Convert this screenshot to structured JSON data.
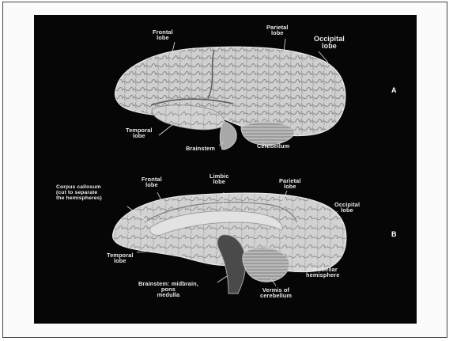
{
  "figure": {
    "panels": [
      {
        "letter": "A",
        "labels": {
          "frontal": "Frontal\nlobe",
          "parietal": "Parietal\nlobe",
          "occipital": "Occipital\nlobe",
          "temporal": "Temporal\nlobe",
          "brainstem": "Brainstem",
          "cerebellum": "Cerebellum"
        }
      },
      {
        "letter": "B",
        "labels": {
          "corpus_callosum": "Corpus callosum\n(cut to separate\nthe hemispheres)",
          "frontal": "Frontal\nlobe",
          "limbic": "Limbic\nlobe",
          "parietal": "Parietal\nlobe",
          "occipital": "Occipital\nlobe",
          "temporal": "Temporal\nlobe",
          "cerebellar_hemisphere": "Cerebellar\nhemisphere",
          "brainstem": "Brainstem: midbrain,\npons\nmedulla",
          "vermis": "Vermis of\ncerebellum"
        }
      }
    ]
  },
  "colors": {
    "background": "#060606",
    "brain": "#c9c9c9",
    "label": "#e9e9e9"
  }
}
